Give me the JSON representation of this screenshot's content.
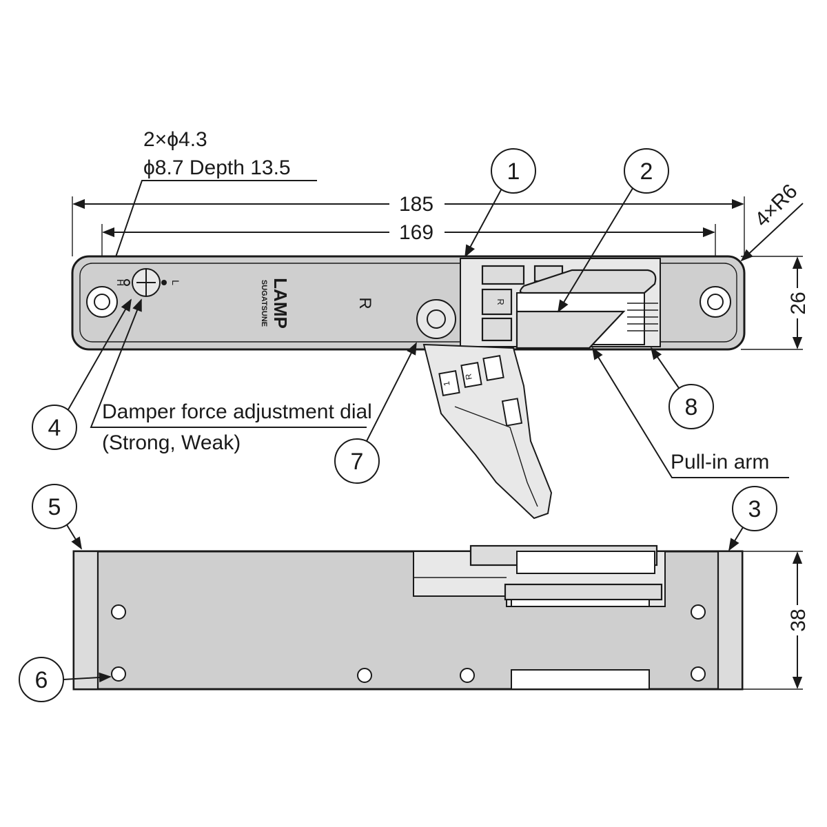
{
  "dimensions": {
    "overall_length": "185",
    "hole_pitch": "169",
    "width": "26",
    "height": "38",
    "corner_radius": "4×R6"
  },
  "hole_spec": {
    "line1": "2×ϕ4.3",
    "line2": "ϕ8.7 Depth 13.5"
  },
  "callouts": [
    "1",
    "2",
    "3",
    "4",
    "5",
    "6",
    "7",
    "8"
  ],
  "notes": {
    "dial_line1": "Damper force adjustment dial",
    "dial_line2": "(Strong, Weak)",
    "pull_in_arm": "Pull-in arm"
  },
  "markings": {
    "brand": "LAMP",
    "sub_brand": "SUGATSUNE",
    "side": "R",
    "dial_high": "H",
    "dial_low": "L",
    "arm_tab_r": "R",
    "arm_tab_1": "1"
  }
}
